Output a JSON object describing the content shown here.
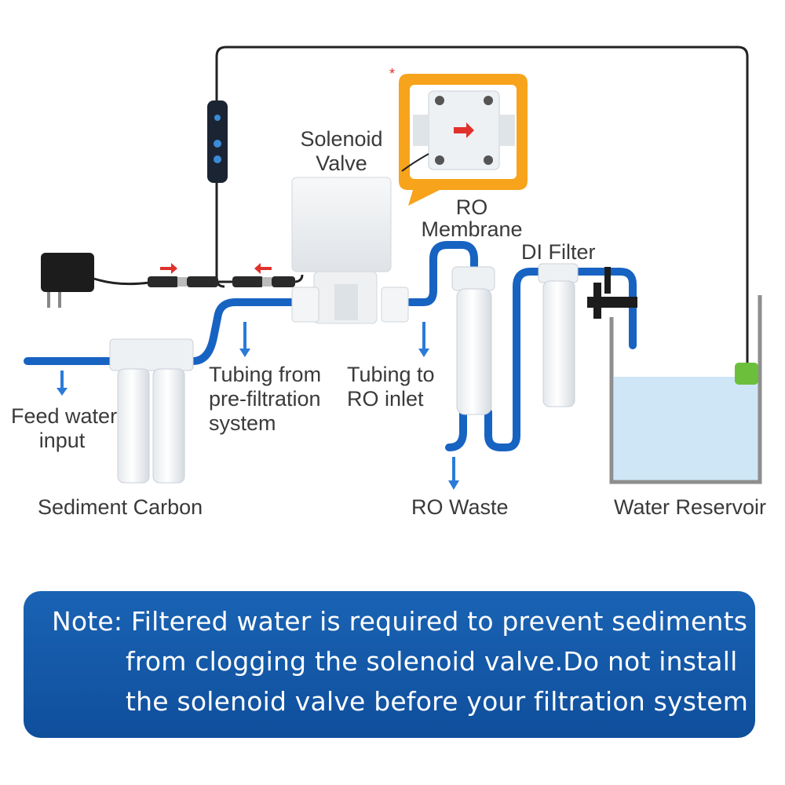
{
  "labels": {
    "solenoid_valve": [
      "Solenoid",
      "Valve"
    ],
    "ro_membrane": [
      "RO",
      "Membrane"
    ],
    "di_filter": "DI Filter",
    "feed_water_input": [
      "Feed water",
      "input"
    ],
    "tubing_from_prefiltration": [
      "Tubing  from",
      "pre-filtration",
      "system"
    ],
    "tubing_to_ro_inlet": [
      "Tubing to",
      "RO inlet"
    ],
    "sediment_carbon": "Sediment Carbon",
    "ro_waste": "RO Waste",
    "water_reservoir": "Water Reservoir"
  },
  "note": {
    "lines": [
      "Note: Filtered water is required to prevent sediments",
      "from clogging the solenoid valve.Do not install",
      "the solenoid valve before your filtration system"
    ]
  },
  "icons": [
    "power-adapter-icon",
    "controller-icon",
    "flow-arrow-icon",
    "down-arrow-icon",
    "asterisk-icon"
  ],
  "colors": {
    "tubing": "#1763c2",
    "water": "#cfe6f7",
    "note_bg": "#1660b0",
    "callout": "#f7a31c",
    "arrow_red": "#e0312b",
    "text": "#3a3a3a"
  }
}
